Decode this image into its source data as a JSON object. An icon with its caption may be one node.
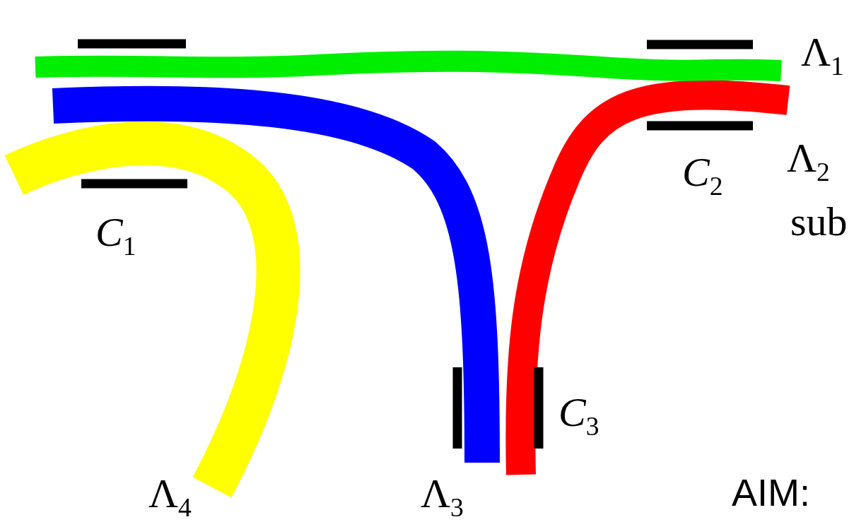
{
  "diagram": {
    "labels": [
      "Λ$_{1}$",
      "Λ$_{2}$",
      "*C*$_{2}$",
      "sub",
      "*C*$_{1}$",
      "*C*$_{3}$",
      "Λ$_{4}$",
      "Λ$_{3}$",
      "AIM:"
    ]
  }
}
